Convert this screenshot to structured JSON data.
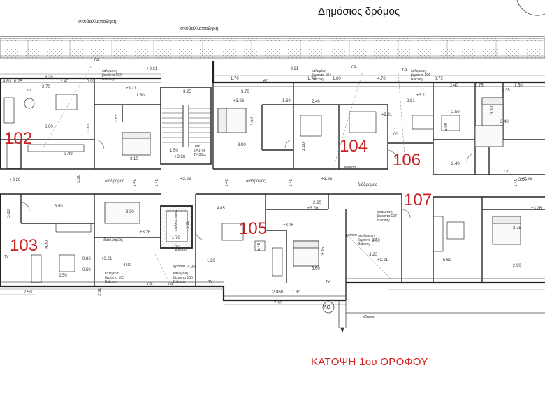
{
  "title": "Δημόσιος δρόμος",
  "caption": "ΚΑΤΟΨΗ 1ου ΟΡΟΦΟΥ",
  "colors": {
    "walls": "#333333",
    "unit_numbers": "#c82222",
    "caption": "#d62020",
    "hatch": "#999999"
  },
  "bins": [
    "σκυβαλλαποθήκη",
    "σκυβαλλαποθήκη"
  ],
  "units": [
    "102",
    "103",
    "104",
    "105",
    "106",
    "107"
  ],
  "corridor_labels": [
    "διάδρομος",
    "διάδρομος",
    "διάδρομος",
    "διάδρομος"
  ],
  "balconies": {
    "b102": [
      "καλυμένη",
      "βεράντα 102",
      "Balcony"
    ],
    "b104": [
      "καλυμένη",
      "βεράντα 104",
      "Balcony"
    ],
    "b106": [
      "καλυμένη",
      "βεράντα 106",
      "Balcony"
    ],
    "b103": [
      "καλυμένη",
      "βεράντα 103",
      "Balcony"
    ],
    "b105": [
      "καλυμένη",
      "βεράντα 105",
      "Balcony"
    ],
    "b107": [
      "ακαλυμένη",
      "βεράντα 107",
      "Balcony"
    ],
    "b107b": [
      "ακαλυπτη",
      "βεράντα 107",
      "Balcony"
    ]
  },
  "levels": [
    "+3.21",
    "+3.21",
    "+3.21",
    "+3.21",
    "+3.21",
    "+3.26",
    "+3.26",
    "+3.26",
    "+3.26",
    "+3.26",
    "+3.26",
    "+3.26",
    "+3.26",
    "+3.26",
    "+3.26",
    "+3.21",
    "+3.21"
  ],
  "misc": {
    "fratsa": [
      "φράτσα",
      "φράτσα",
      "φράτσα",
      "φράτσα"
    ],
    "stairs": [
      "18x",
      "u=17εκ",
      "Π=30εκ"
    ],
    "lift": "ανελκυστήρας",
    "road": "ΛΟ",
    "yd": [
      "Υ.Δ.",
      "Υ.Δ.",
      "Υ.Δ.",
      "Υ.Δ.",
      "Υ.Δ.",
      "Υ.Δ."
    ],
    "tv": [
      "TV",
      "TV",
      "TV",
      "TV"
    ],
    "north_hint": "Υ.Δ.",
    "ground": "έδαφος"
  },
  "dims": {
    "top": [
      "4.80",
      "0.25",
      "6.25",
      "2.40",
      "0.90",
      "1.70",
      "1.60",
      "1.70",
      "1.60",
      "4.70",
      "0.75",
      "2.40",
      "0.75",
      "1.50"
    ],
    "rooms": [
      "3.70",
      "3.25",
      "3.70",
      "3.35",
      "1.60",
      "1.60",
      "2.81",
      "2.40",
      "2.50",
      "3.40",
      "5.00",
      "3.30",
      "4.50",
      "3.00",
      "3.63",
      "3.10",
      "1.50",
      "3.49",
      "6.00",
      "2.60",
      "3.80",
      "1.00",
      "4.80",
      "2.40",
      "1.40",
      "1.40",
      "1.40",
      "1.40",
      "1.40",
      "3.50",
      "3.30",
      "2.20",
      "1.70",
      "1.70",
      "1.90",
      "5.48",
      "3.95",
      "3.60",
      "3.00",
      "2.75",
      "2.90",
      "1.20",
      "4.00",
      "4.00",
      "0.86",
      "7.30",
      "2.860",
      "1.80",
      "2.50",
      "2.50",
      "2.96",
      "3.20",
      "5.80",
      "5.60",
      "3.25",
      "5.80",
      "0.50",
      "4.85"
    ]
  }
}
